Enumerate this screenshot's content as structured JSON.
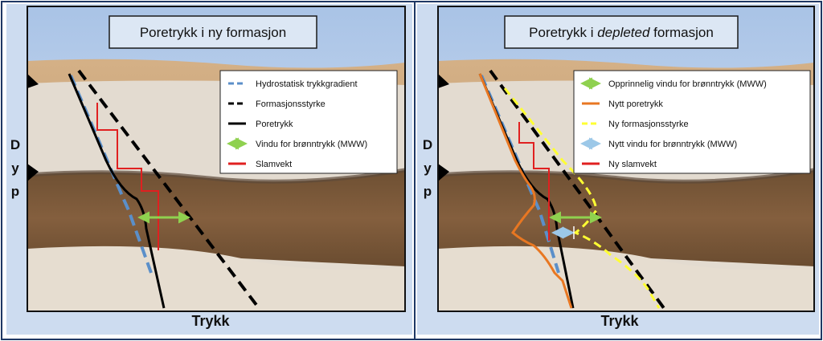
{
  "panels": [
    {
      "title": "Poretrykk i ny formasjon",
      "title_parts": [
        "Poretrykk i ny formasjon"
      ],
      "depth_label": [
        "D",
        "y",
        "p"
      ],
      "x_label": "Trykk",
      "legend": [
        {
          "label": "Hydrostatisk trykkgradient",
          "style": "dashed",
          "color": "#5b8fc9"
        },
        {
          "label": "Formasjonsstyrke",
          "style": "dashed",
          "color": "#000000"
        },
        {
          "label": "Poretrykk",
          "style": "solid",
          "color": "#000000"
        },
        {
          "label": "Vindu for brønntrykk (MWW)",
          "style": "double-arrow",
          "color": "#8fd14f"
        },
        {
          "label": "Slamvekt",
          "style": "solid",
          "color": "#e02020"
        }
      ]
    },
    {
      "title": "Poretrykk i depleted formasjon",
      "title_parts": [
        "Poretrykk i ",
        "depleted",
        " formasjon"
      ],
      "depth_label": [
        "D",
        "y",
        "p"
      ],
      "x_label": "Trykk",
      "legend": [
        {
          "label": "Opprinnelig vindu for brønntrykk (MWW)",
          "style": "double-arrow",
          "color": "#8fd14f"
        },
        {
          "label": "Nytt poretrykk",
          "style": "solid",
          "color": "#e87722"
        },
        {
          "label": "Ny formasjonsstyrke",
          "style": "dashed",
          "color": "#ffff33"
        },
        {
          "label": "Nytt vindu for brønntrykk (MWW)",
          "style": "double-arrow",
          "color": "#9cc8e8"
        },
        {
          "label": "Ny slamvekt",
          "style": "solid",
          "color": "#e02020"
        }
      ]
    }
  ],
  "colors": {
    "sky": "#c7d9ef",
    "sand_top": "#c9a47a",
    "sand_light": "#e5ddd2",
    "rock_brown": "#7a5a3c",
    "frame": "#1f3864"
  }
}
